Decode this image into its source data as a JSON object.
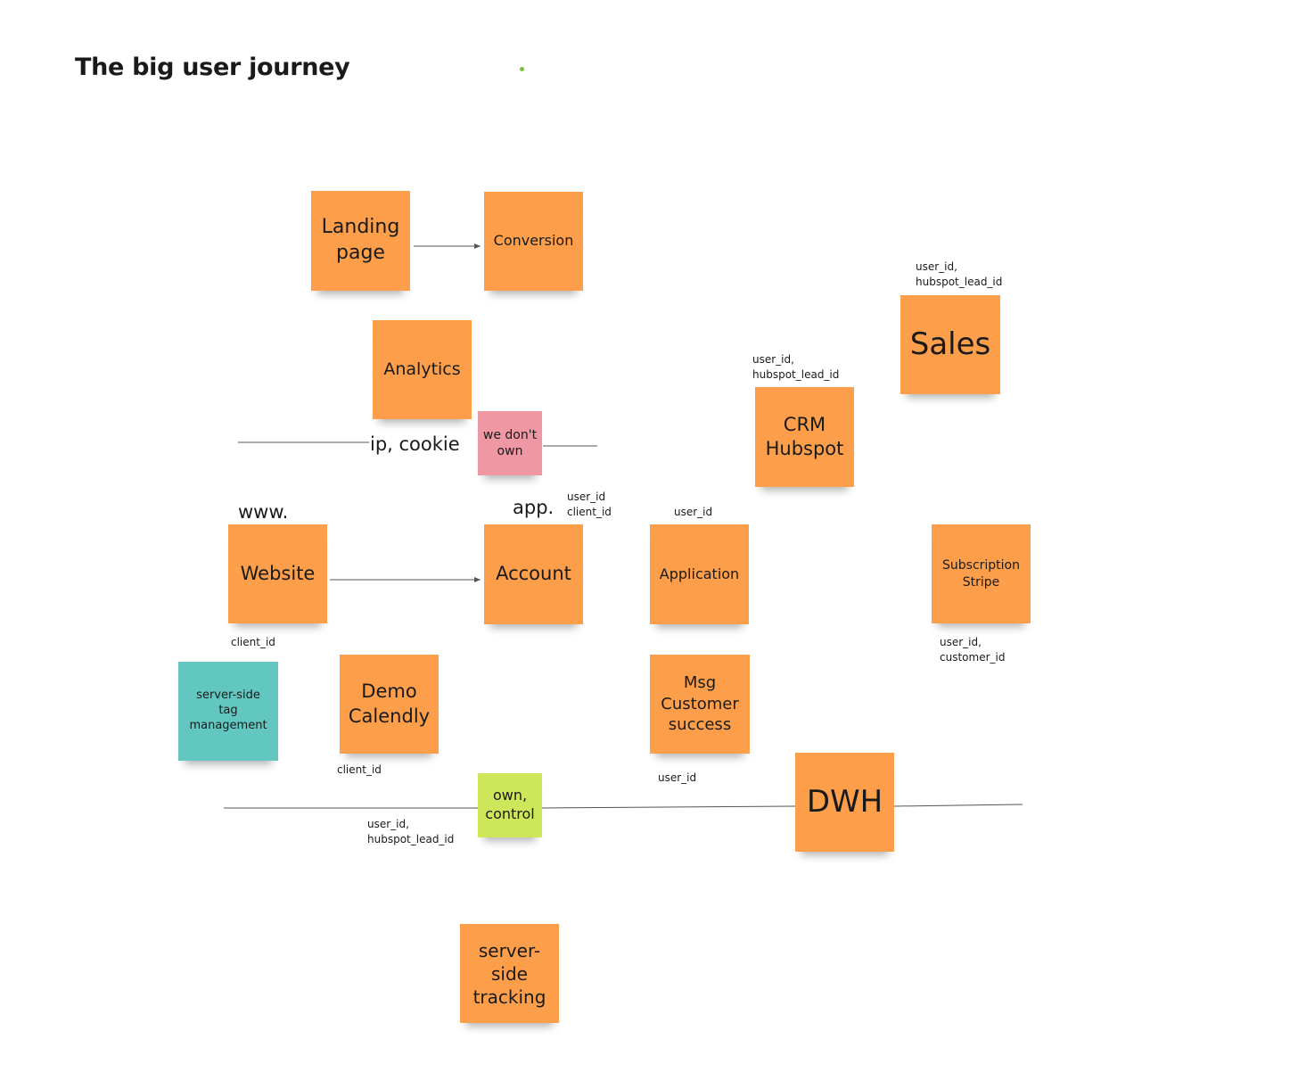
{
  "title": "The big user journey",
  "colors": {
    "orange": "#fd9f4a",
    "pink": "#ef97a3",
    "teal": "#62c7c0",
    "lime": "#cde65a",
    "accent_dot": "#7ac143",
    "line": "#555555"
  },
  "notes": {
    "landing_page": "Landing\npage",
    "conversion": "Conversion",
    "analytics": "Analytics",
    "we_dont_own": "we don't\nown",
    "crm_hubspot": "CRM\nHubspot",
    "sales": "Sales",
    "website": "Website",
    "account": "Account",
    "application": "Application",
    "subscription_stripe": "Subscription\nStripe",
    "server_side_tag": "server-side\ntag\nmanagement",
    "demo_calendly": "Demo\nCalendly",
    "msg_customer_success": "Msg\nCustomer\nsuccess",
    "own_control": "own,\ncontrol",
    "dwh": "DWH",
    "server_side_tracking": "server-\nside\ntracking"
  },
  "labels": {
    "ip_cookie": "ip, cookie",
    "www": "www.",
    "app": "app.",
    "sales_ids": "user_id,\nhubspot_lead_id",
    "crm_ids": "user_id,\nhubspot_lead_id",
    "account_ids": "user_id\nclient_id",
    "application_ids": "user_id",
    "website_ids": "client_id",
    "stripe_ids": "user_id,\ncustomer_id",
    "demo_ids": "client_id",
    "msg_ids": "user_id",
    "bottom_ids": "user_id,\nhubspot_lead_id"
  }
}
